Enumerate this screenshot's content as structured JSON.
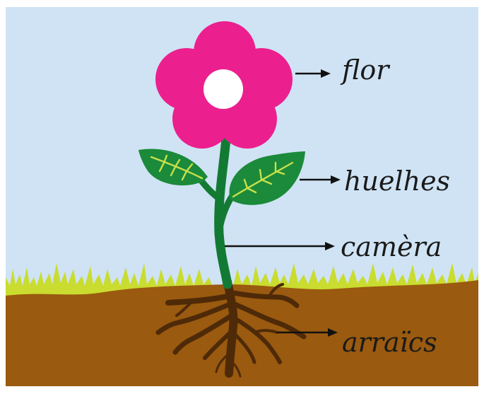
{
  "labels": {
    "flower": "flor",
    "leaves": "huelhes",
    "stem": "camèra",
    "roots": "arraïcs"
  },
  "colors": {
    "sky": "#cfe3f4",
    "grass": "#c9dc2f",
    "soil": "#9a5a0f",
    "roots": "#4e2a08",
    "petals": "#ec1f8e",
    "flower_center": "#ffffff",
    "leaf": "#1b8a3a",
    "leaf_vein": "#c8e04a",
    "stem": "#137a34",
    "arrow": "#111111"
  }
}
